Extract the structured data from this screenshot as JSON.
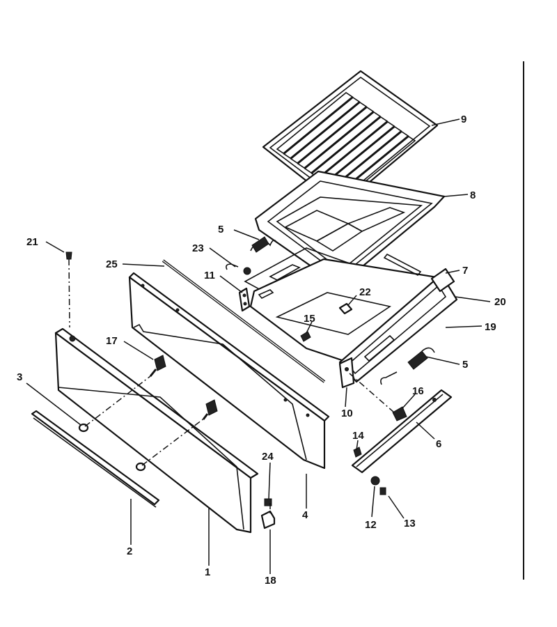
{
  "callouts": {
    "c1": "1",
    "c2": "2",
    "c3": "3",
    "c4": "4",
    "c5a": "5",
    "c5b": "5",
    "c6": "6",
    "c7": "7",
    "c8": "8",
    "c9": "9",
    "c10": "10",
    "c11": "11",
    "c12": "12",
    "c13": "13",
    "c14": "14",
    "c15": "15",
    "c16": "16",
    "c17": "17",
    "c18": "18",
    "c19": "19",
    "c20": "20",
    "c21": "21",
    "c22": "22",
    "c23": "23",
    "c24": "24",
    "c25": "25"
  }
}
